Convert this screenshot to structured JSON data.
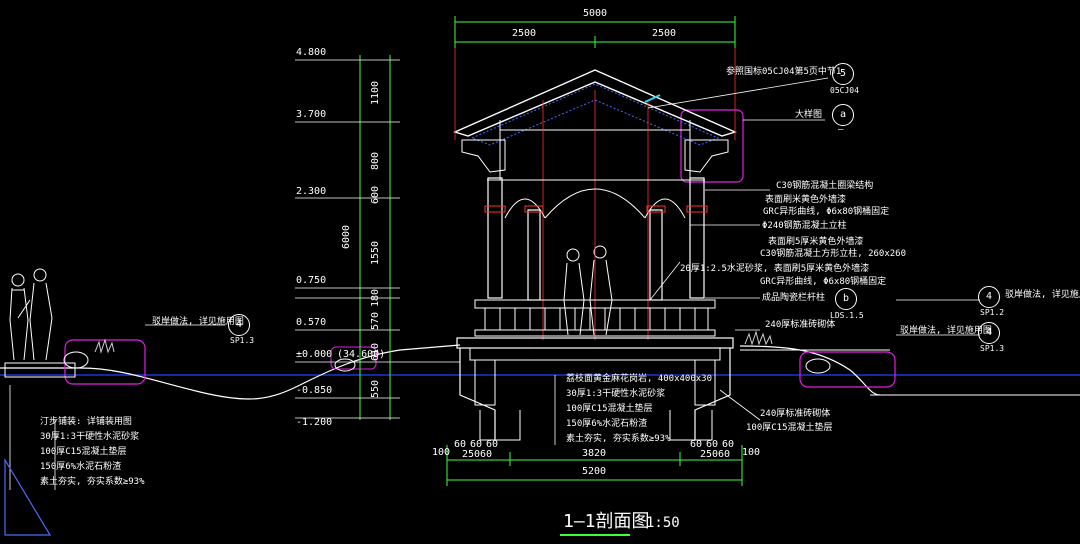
{
  "drawing": {
    "title": "1—1剖面图",
    "scale": "1:50"
  },
  "dimensions": {
    "top_total": "5000",
    "top_left": "2500",
    "top_right": "2500",
    "bottom_total": "5200",
    "bottom_inner": "3820",
    "bottom_left_pieces": [
      "100",
      "60",
      "60",
      "60",
      "250",
      "60"
    ],
    "bottom_right_pieces": [
      "60",
      "60",
      "60",
      "250",
      "60",
      "100"
    ],
    "vertical_segments": [
      "1100",
      "800",
      "600",
      "1550",
      "180",
      "570",
      "610",
      "550"
    ],
    "vertical_total": "6000"
  },
  "elevations": [
    "4.800",
    "3.700",
    "2.300",
    "0.750",
    "0.570",
    "±0.000",
    "(34.600)",
    "-0.850",
    "-1.200"
  ],
  "callouts": {
    "roof_ref": "参照国标05CJ04第5页中节1",
    "roof_ref_num": "5",
    "roof_ref_sheet": "05CJ04",
    "detail_label": "大样图",
    "detail_num": "a",
    "detail_sheet": "—",
    "c30_beam": "C30钢筋混凝土圈梁结构",
    "paint1": "表面刷米黄色外墙漆",
    "grc1": "GRC异形曲线, Φ6x80钢桶固定",
    "column": "Φ240钢筋混凝土立柱",
    "paint2": "表面刷5厚米黄色外墙漆",
    "c30_col": "C30钢筋混凝土方形立柱, 260x260",
    "mortar": "20厚1:2.5水泥砂浆, 表面刷5厚米黄色外墙漆",
    "grc2": "GRC异形曲线, Φ6x80钢桶固定",
    "railing": "成品陶瓷栏杆柱",
    "railing_num": "b",
    "railing_sheet": "LDS.1.5",
    "brick_top": "240厚标准砖砌体",
    "shore_left": "驳岸做法, 详见施用图",
    "shore_left_num": "4",
    "shore_left_sheet": "SP1.3",
    "shore_right1": "驳岸做法, 详见施用图",
    "shore_right1_num": "4",
    "shore_right1_sheet": "SP1.2",
    "shore_right2": "驳岸做法, 详见施用图",
    "shore_right2_num": "4",
    "shore_right2_sheet": "SP1.3",
    "brick_bottom": "240厚标准砖砌体",
    "concrete_bottom": "100厚C15混凝土垫层"
  },
  "floor_layers": [
    "荔枝面黄金麻花岗岩, 400x400x30",
    "30厚1:3干硬性水泥砂浆",
    "100厚C15混凝土垫层",
    "150厚6%水泥石粉渣",
    "素土夯实, 夯实系数≥93%"
  ],
  "path_layers": [
    "汀步铺装: 详铺装用图",
    "30厚1:3干硬性水泥砂浆",
    "100厚C15混凝土垫层",
    "150厚6%水泥石粉渣",
    "素土夯实, 夯实系数≥93%"
  ],
  "colors": {
    "outline": "#ffffff",
    "dimension": "#3cff3c",
    "elevation_line": "#ffffff",
    "grid_red": "#ff3030",
    "hatch_blue": "#4a6cff",
    "magenta": "#e020e0",
    "water_blue": "#2040ff",
    "accent_cyan": "#30d0ff"
  }
}
